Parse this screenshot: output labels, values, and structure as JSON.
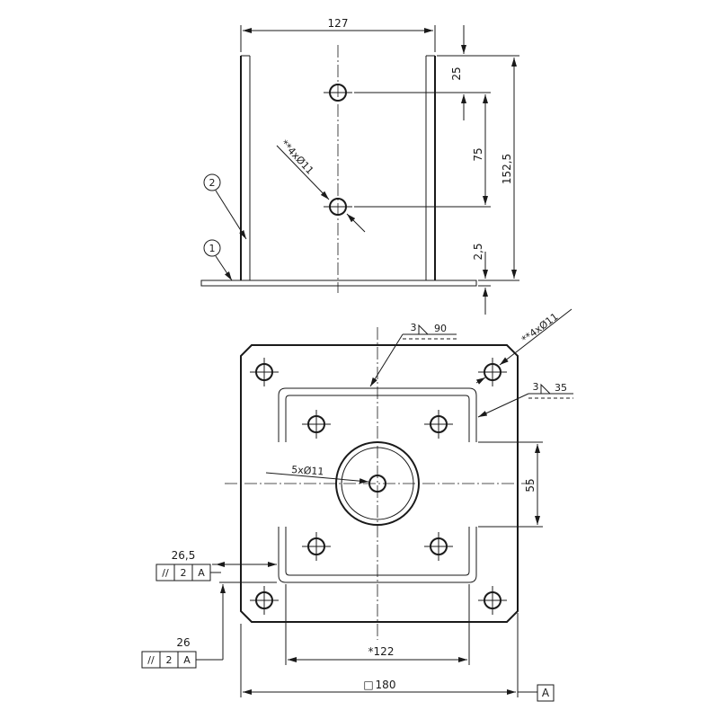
{
  "front_view": {
    "width_dim": "127",
    "top_offset_dim": "25",
    "hole_spacing_dim": "75",
    "height_dim": "152,5",
    "base_thickness_dim": "2,5",
    "holes_callout": "**4xØ11",
    "balloon_1": "1",
    "balloon_2": "2"
  },
  "top_view": {
    "weld_top": "3",
    "weld_top_len": "90",
    "weld_right": "3",
    "weld_right_len": "35",
    "holes_callout_corner": "**4xØ11",
    "holes_callout_center": "5xØ11",
    "vertical_dim": "55",
    "plate_size_dim": "180",
    "plate_size_symbol": "□",
    "inner_width_dim": "*122",
    "datum_label": "A",
    "tol1_value": "26,5",
    "tol1_symbol": "//",
    "tol1_tolerance": "2",
    "tol1_datum": "A",
    "tol2_value": "26",
    "tol2_symbol": "//",
    "tol2_tolerance": "2",
    "tol2_datum": "A"
  }
}
